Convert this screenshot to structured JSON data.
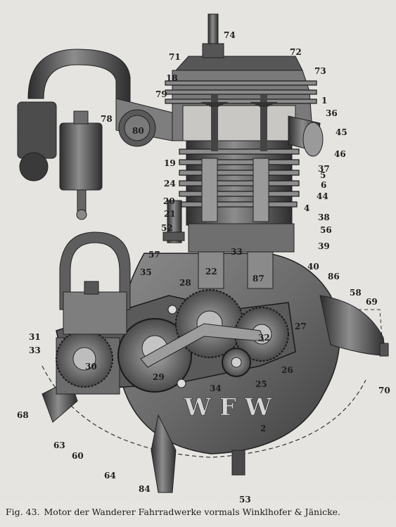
{
  "figure": {
    "number": "Fig. 43.",
    "caption": "Motor der Wanderer Fahrradwerke vormals Winklhofer & Jänicke.",
    "emblem": "WFW"
  },
  "labels": {
    "l74": "74",
    "l71": "71",
    "l72": "72",
    "l73": "73",
    "l18": "18",
    "l79": "79",
    "l1": "1",
    "l36": "36",
    "l78": "78",
    "l80": "80",
    "l45": "45",
    "l46": "46",
    "l19": "19",
    "l37": "37",
    "l5": "5",
    "l24": "24",
    "l6": "6",
    "l44": "44",
    "l20": "20",
    "l4": "4",
    "l21": "21",
    "l38": "38",
    "l52": "52",
    "l56": "56",
    "l39": "39",
    "l57": "57",
    "l33a": "33",
    "l40": "40",
    "l35": "35",
    "l22": "22",
    "l87": "87",
    "l86": "86",
    "l28": "28",
    "l58": "58",
    "l69": "69",
    "l27": "27",
    "l31": "31",
    "l32": "32",
    "l33b": "33",
    "l30": "30",
    "l29": "29",
    "l26": "26",
    "l25": "25",
    "l34": "34",
    "l70": "70",
    "l68": "68",
    "l2": "2",
    "l63": "63",
    "l60": "60",
    "l64": "64",
    "l84": "84",
    "l53": "53"
  },
  "colors": {
    "paper": "#e7e5e1",
    "ink": "#1d1d1d",
    "metal_dark": "#3a3a3a",
    "metal_mid": "#6b6b6b",
    "metal_light": "#9a9a9a",
    "highlight": "#cfcfcf"
  }
}
